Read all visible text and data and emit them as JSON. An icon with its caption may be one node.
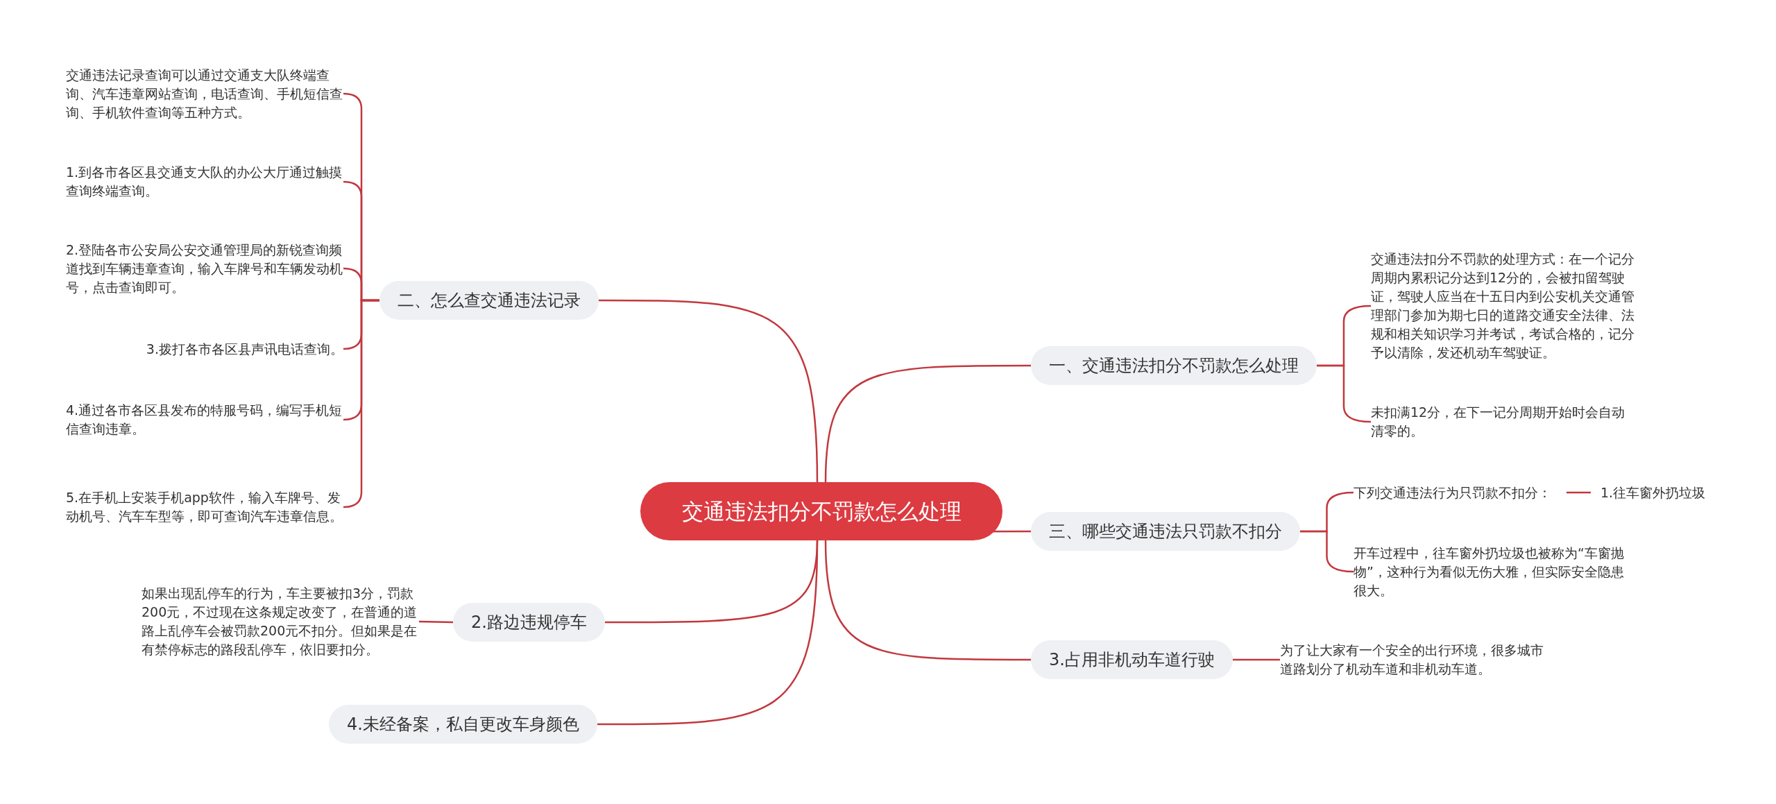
{
  "diagram": {
    "nodes": [
      {
        "text": [
          "交通违法扣分不罚款怎么处理"
        ]
      },
      {
        "text": [
          "一、交通违法扣分不罚款怎么处理"
        ]
      },
      {
        "text": [
          "交通违法扣分不罚款的处理方式：在一个记分周期内累积记分达到12分的，会被扣留驾驶证，驾驶人应当在十五日内到公安机关交通管理部门参加为期七日的道路交通安全法律、法规和相关知识学习并考试，考试合格的，记分予以清除，发还机动车驾驶证。"
        ]
      },
      {
        "text": [
          "未扣满12分，在下一记分周期开始时会自动清零的。"
        ]
      },
      {
        "text": [
          "三、哪些交通违法只罚款不扣分"
        ]
      },
      {
        "text": [
          "下列交通违法行为只罚款不扣分："
        ]
      },
      {
        "text": [
          "1.往车窗外扔垃圾"
        ]
      },
      {
        "text": [
          "开车过程中，往车窗外扔垃圾也被称为“车窗抛物”，这种行为看似无伤大雅，但实际安全隐患很大。"
        ]
      },
      {
        "text": [
          "3.占用非机动车道行驶"
        ]
      },
      {
        "text": [
          "为了让大家有一个安全的出行环境，很多城市道路划分了机动车道和非机动车道。"
        ]
      },
      {
        "text": [
          "二、怎么查交通违法记录"
        ]
      },
      {
        "text": [
          "交通违法记录查询可以通过交通支大队终端查询、汽车违章网站查询，电话查询、手机短信查询、手机软件查询等五种方式。"
        ]
      },
      {
        "text": [
          "1.到各市各区县交通支大队的办公大厅通过触摸查询终端查询。"
        ]
      },
      {
        "text": [
          "2.登陆各市公安局公安交通管理局的新锐查询频道找到车辆违章查询，输入车牌号和车辆发动机号，点击查询即可。"
        ]
      },
      {
        "text": [
          "3.拨打各市各区县声讯电话查询。"
        ]
      },
      {
        "text": [
          "4.通过各市各区县发布的特服号码，编写手机短信查询违章。"
        ]
      },
      {
        "text": [
          "5.在手机上安装手机app软件，输入车牌号、发动机号、汽车车型等，即可查询汽车违章信息。"
        ]
      },
      {
        "text": [
          "2.路边违规停车"
        ]
      },
      {
        "text": [
          "如果出现乱停车的行为，车主要被扣3分，罚款200元，不过现在这条规定改变了，在普通的道路上乱停车会被罚款200元不扣分。但如果是在有禁停标志的路段乱停车，依旧要扣分。"
        ]
      },
      {
        "text": [
          "4.未经备案，私自更改车身颜色"
        ]
      }
    ],
    "edges": [
      {
        "from": 0,
        "to": 1,
        "arrow": "none"
      },
      {
        "from": 1,
        "to": 2,
        "arrow": "none"
      },
      {
        "from": 1,
        "to": 3,
        "arrow": "none"
      },
      {
        "from": 0,
        "to": 4,
        "arrow": "none"
      },
      {
        "from": 4,
        "to": 5,
        "arrow": "none"
      },
      {
        "from": 5,
        "to": 6,
        "arrow": "none"
      },
      {
        "from": 4,
        "to": 7,
        "arrow": "none"
      },
      {
        "from": 0,
        "to": 8,
        "arrow": "none"
      },
      {
        "from": 8,
        "to": 9,
        "arrow": "none"
      },
      {
        "from": 0,
        "to": 10,
        "arrow": "none"
      },
      {
        "from": 10,
        "to": 11,
        "arrow": "none"
      },
      {
        "from": 10,
        "to": 12,
        "arrow": "none"
      },
      {
        "from": 10,
        "to": 13,
        "arrow": "none"
      },
      {
        "from": 10,
        "to": 14,
        "arrow": "none"
      },
      {
        "from": 10,
        "to": 15,
        "arrow": "none"
      },
      {
        "from": 10,
        "to": 16,
        "arrow": "none"
      },
      {
        "from": 0,
        "to": 17,
        "arrow": "none"
      },
      {
        "from": 17,
        "to": 18,
        "arrow": "none"
      },
      {
        "from": 0,
        "to": 19,
        "arrow": "none"
      }
    ]
  }
}
